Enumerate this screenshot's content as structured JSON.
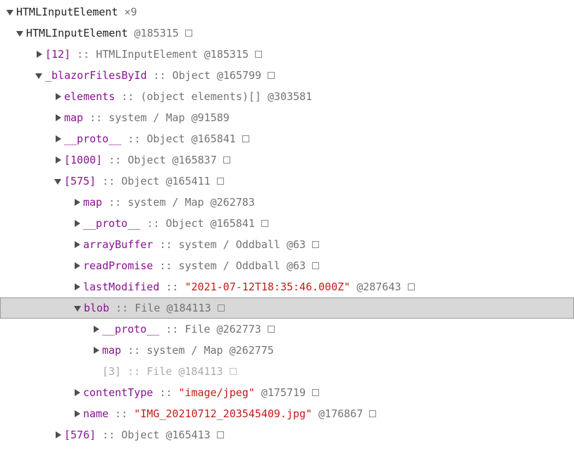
{
  "colors": {
    "selection_bg": "#d8d8d8",
    "selection_border": "#9a9a9a",
    "property_name": "#881391",
    "plain_name": "#222222",
    "muted_text": "#737373",
    "string_value": "#c41a16",
    "grayed_text": "#ababab",
    "background": "#ffffff"
  },
  "tree": {
    "rows": [
      {
        "level": 0,
        "expander": "open",
        "name": "HTMLInputElement",
        "name_kind": "plain",
        "count": "×9"
      },
      {
        "level": 1,
        "expander": "open",
        "name": "HTMLInputElement",
        "name_kind": "plain",
        "id": "@185315",
        "box": true
      },
      {
        "level": 2,
        "expander": "closed",
        "name": "[12]",
        "name_kind": "property",
        "sep": "::",
        "type": "HTMLInputElement",
        "id": "@185315",
        "box": true
      },
      {
        "level": 2,
        "expander": "open",
        "name": "_blazorFilesById",
        "name_kind": "property",
        "sep": "::",
        "type": "Object",
        "id": "@165799",
        "box": true
      },
      {
        "level": 3,
        "expander": "closed",
        "name": "elements",
        "name_kind": "property",
        "sep": "::",
        "type": "(object elements)[]",
        "id": "@303581"
      },
      {
        "level": 3,
        "expander": "closed",
        "name": "map",
        "name_kind": "property",
        "sep": "::",
        "type": "system / Map",
        "id": "@91589"
      },
      {
        "level": 3,
        "expander": "closed",
        "name": "__proto__",
        "name_kind": "property",
        "sep": "::",
        "type": "Object",
        "id": "@165841",
        "box": true
      },
      {
        "level": 3,
        "expander": "closed",
        "name": "[1000]",
        "name_kind": "property",
        "sep": "::",
        "type": "Object",
        "id": "@165837",
        "box": true
      },
      {
        "level": 3,
        "expander": "open",
        "name": "[575]",
        "name_kind": "property",
        "sep": "::",
        "type": "Object",
        "id": "@165411",
        "box": true
      },
      {
        "level": 4,
        "expander": "closed",
        "name": "map",
        "name_kind": "property",
        "sep": "::",
        "type": "system / Map",
        "id": "@262783"
      },
      {
        "level": 4,
        "expander": "closed",
        "name": "__proto__",
        "name_kind": "property",
        "sep": "::",
        "type": "Object",
        "id": "@165841",
        "box": true
      },
      {
        "level": 4,
        "expander": "closed",
        "name": "arrayBuffer",
        "name_kind": "property",
        "sep": "::",
        "type": "system / Oddball",
        "id": "@63",
        "box": true
      },
      {
        "level": 4,
        "expander": "closed",
        "name": "readPromise",
        "name_kind": "property",
        "sep": "::",
        "type": "system / Oddball",
        "id": "@63",
        "box": true
      },
      {
        "level": 4,
        "expander": "closed",
        "name": "lastModified",
        "name_kind": "property",
        "sep": "::",
        "string": "\"2021-07-12T18:35:46.000Z\"",
        "id": "@287643",
        "box": true
      },
      {
        "level": 4,
        "expander": "open",
        "name": "blob",
        "name_kind": "property",
        "sep": "::",
        "type": "File",
        "id": "@184113",
        "box": true,
        "selected": true
      },
      {
        "level": 5,
        "expander": "closed",
        "name": "__proto__",
        "name_kind": "property",
        "sep": "::",
        "type": "File",
        "id": "@262773",
        "box": true
      },
      {
        "level": 5,
        "expander": "closed",
        "name": "map",
        "name_kind": "property",
        "sep": "::",
        "type": "system / Map",
        "id": "@262775"
      },
      {
        "level": 5,
        "expander": "none",
        "name": "[3]",
        "name_kind": "property",
        "sep": "::",
        "type": "File",
        "id": "@184113",
        "box": true,
        "grayed": true
      },
      {
        "level": 4,
        "expander": "closed",
        "name": "contentType",
        "name_kind": "property",
        "sep": "::",
        "string": "\"image/jpeg\"",
        "id": "@175719",
        "box": true
      },
      {
        "level": 4,
        "expander": "closed",
        "name": "name",
        "name_kind": "property",
        "sep": "::",
        "string": "\"IMG_20210712_203545409.jpg\"",
        "id": "@176867",
        "box": true
      },
      {
        "level": 3,
        "expander": "closed",
        "name": "[576]",
        "name_kind": "property",
        "sep": "::",
        "type": "Object",
        "id": "@165413",
        "box": true
      }
    ]
  }
}
